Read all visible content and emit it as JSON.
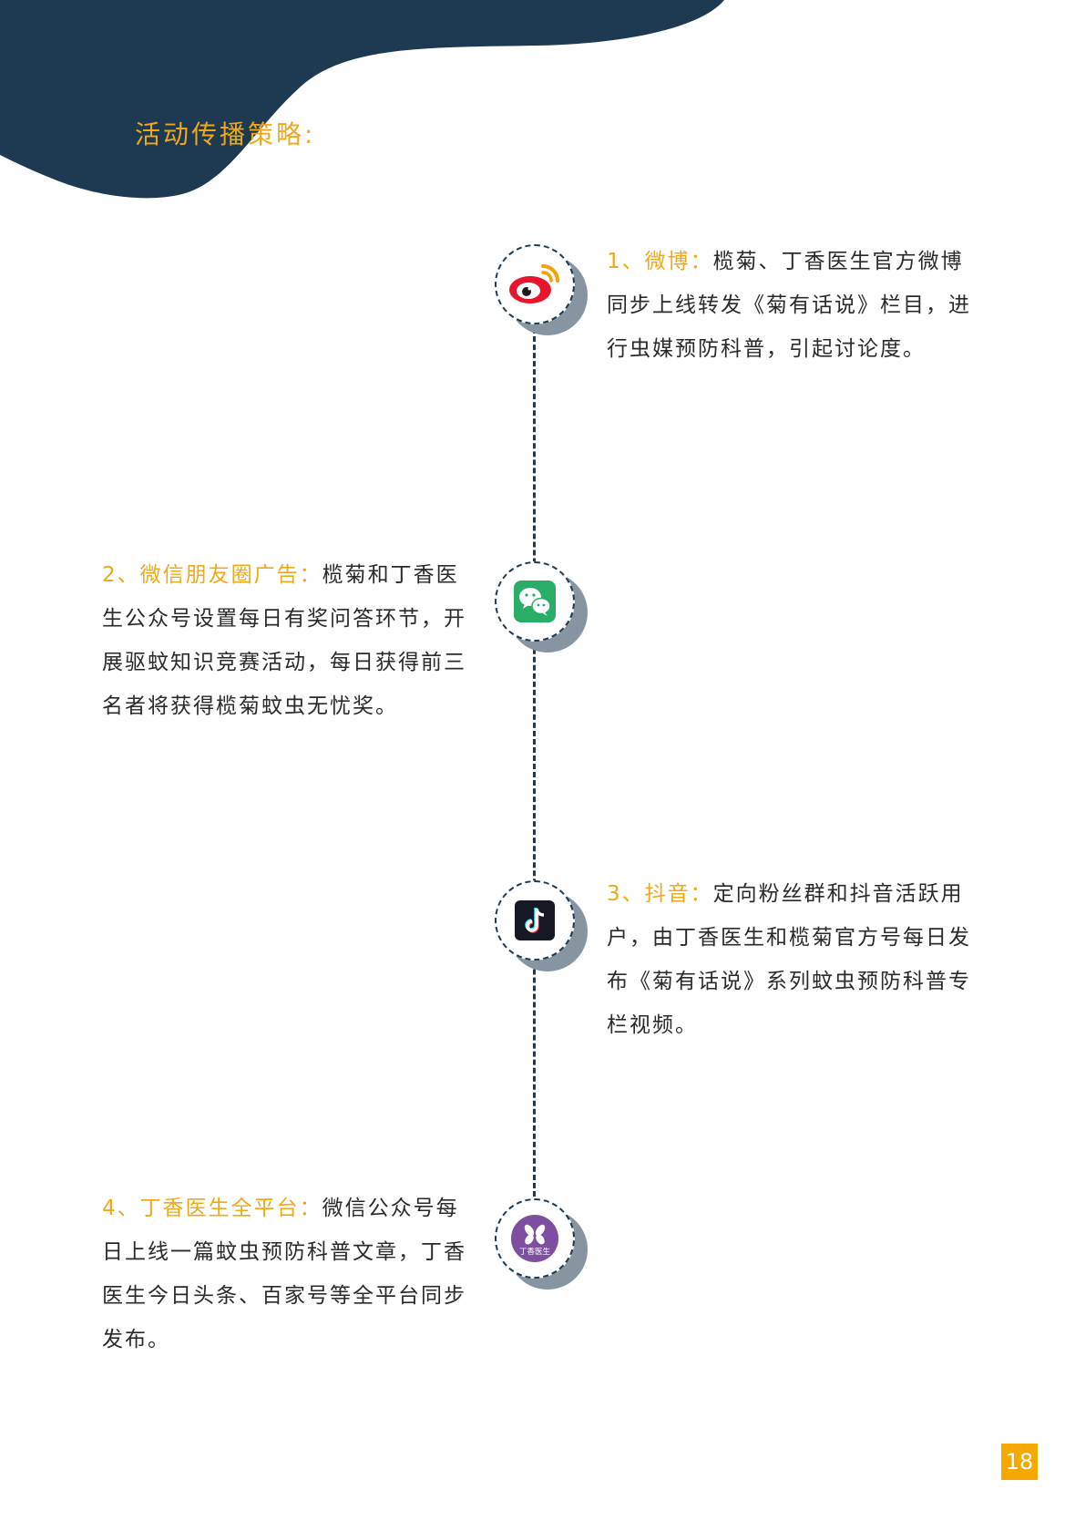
{
  "page": {
    "title": "活动传播策略:",
    "page_number": "18"
  },
  "colors": {
    "navy": "#1d3a52",
    "accent": "#f0a818",
    "text": "#2a2a2a",
    "shadow": "#8794a2"
  },
  "strategies": [
    {
      "label": "1、微博：",
      "text": "榄菊、丁香医生官方微博同步上线转发《菊有话说》栏目，进行虫媒预防科普，引起讨论度。",
      "icon": "weibo-icon"
    },
    {
      "label": "2、微信朋友圈广告：",
      "text": "榄菊和丁香医生公众号设置每日有奖问答环节，开展驱蚊知识竞赛活动，每日获得前三名者将获得榄菊蚊虫无忧奖。",
      "icon": "wechat-icon"
    },
    {
      "label": "3、抖音：",
      "text": "定向粉丝群和抖音活跃用户，由丁香医生和榄菊官方号每日发布《菊有话说》系列蚊虫预防科普专栏视频。",
      "icon": "douyin-icon"
    },
    {
      "label": "4、丁香医生全平台：",
      "text": "微信公众号每日上线一篇蚊虫预防科普文章，丁香医生今日头条、百家号等全平台同步发布。",
      "icon": "dxy-icon",
      "icon_text": "丁香医生"
    }
  ]
}
